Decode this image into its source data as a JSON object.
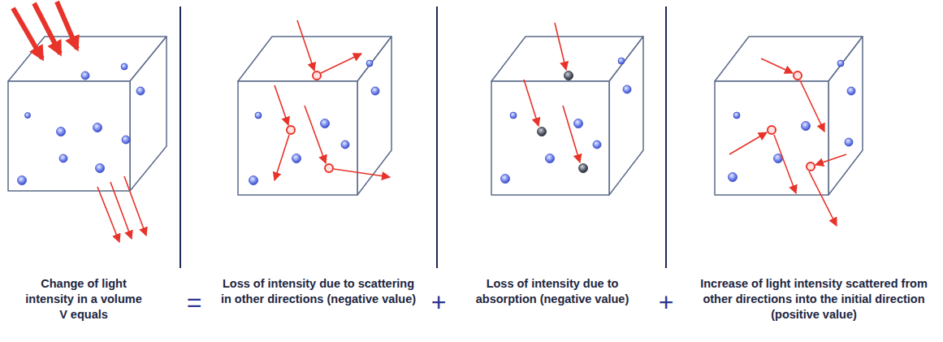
{
  "diagram": {
    "labels": [
      "Change of light intensity in a volume V equals",
      "=",
      "Loss of intensity due to scattering in other directions (negative value)",
      "+",
      "Loss of intensity due to absorption (negative value)",
      "+",
      "Increase of light intensity scattered from other directions into the initial direction (positive value)"
    ]
  }
}
